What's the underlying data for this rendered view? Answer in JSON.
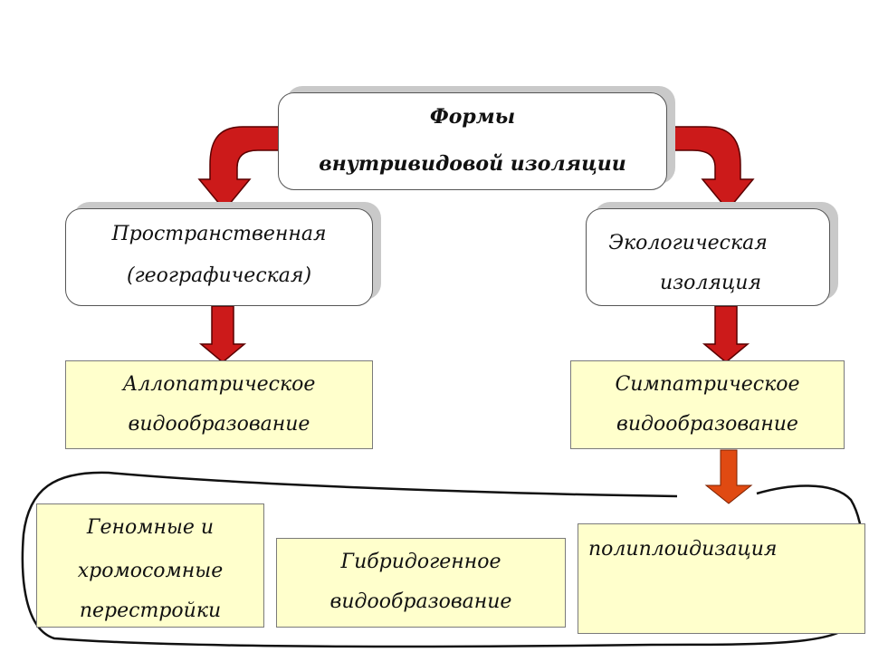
{
  "colors": {
    "arrow_fill": "#cc1a1a",
    "arrow_stroke": "#5a0000",
    "arrow_down_orange": "#e04a12",
    "box_yellow": "#ffffcc",
    "shadow": "#c9c9c9"
  },
  "root": {
    "line1": "Формы",
    "line2": "внутривидовой изоляции"
  },
  "left_branch": {
    "type_line1": "Пространственная",
    "type_line2": "(географическая)",
    "result_line1": "Аллопатрическое",
    "result_line2": "видообразование"
  },
  "right_branch": {
    "type_line1": "Экологическая",
    "type_line2": "изоляция",
    "result_line1": "Симпатрическое",
    "result_line2": "видообразование"
  },
  "mechanisms": {
    "genomic_line1": "Геномные и",
    "genomic_line2": "хромосомные",
    "genomic_line3": "перестройки",
    "hybrid_line1": "Гибридогенное",
    "hybrid_line2": "видообразование",
    "polyploid": "полиплоидизация"
  }
}
